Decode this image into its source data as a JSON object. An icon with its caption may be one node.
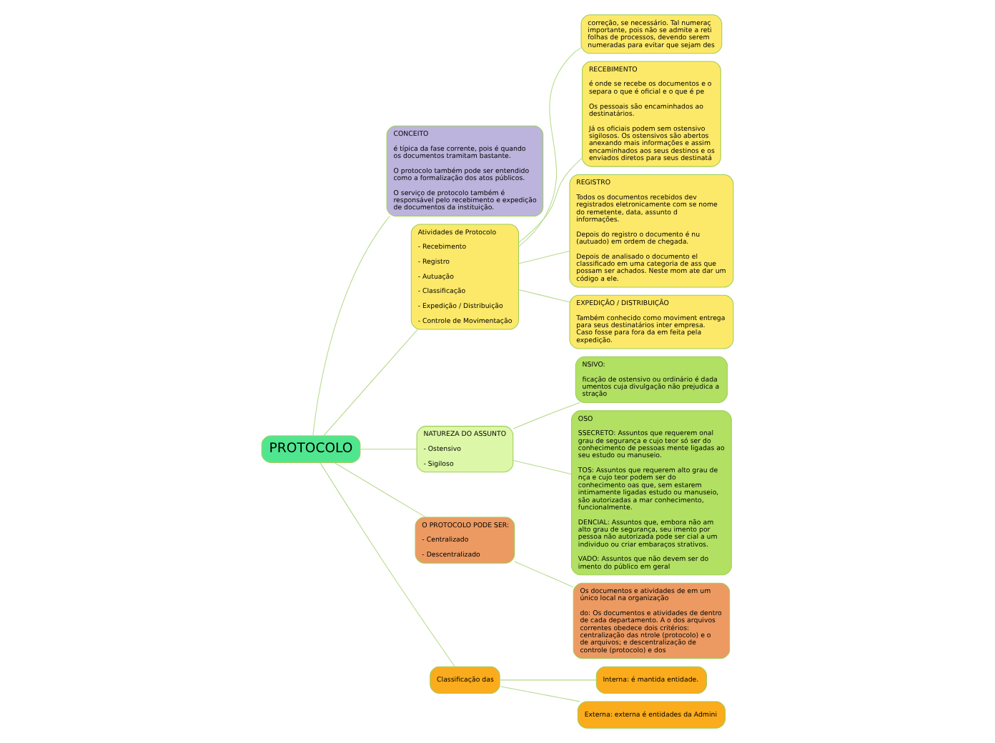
{
  "diagram": {
    "nodes": [
      {
        "text": [
          "PROTOCOLO"
        ]
      },
      {
        "text": [
          "CONCEITO",
          "é típica da fase corrente, pois é quando os documentos tramitam bastante.",
          "O protocolo também pode ser entendido como a formalização dos atos públicos.",
          "O serviço de protocolo também é responsável pelo recebimento e expedição de documentos da instituição."
        ]
      },
      {
        "text": [
          "Atividades de Protocolo",
          "- Recebimento",
          "- Registro",
          "- Autuação",
          "- Classificação",
          "- Expedição / Distribuição",
          "- Controle de Movimentação"
        ]
      },
      {
        "text": [
          "correção, se necessário. Tal numeraç importante, pois não se admite a reti folhas de processos, devendo serem numeradas para evitar que sejam des"
        ]
      },
      {
        "text": [
          "RECEBIMENTO",
          "é onde se recebe os documentos e o separa o que é oficial e o que é pe",
          "Os pessoais são encaminhados ao destinatários.",
          "Já os oficiais podem sem ostensivo sigilosos. Os ostensivos são abertos anexando mais informações e assim encaminhados aos seus destinos e os enviados diretos para seus destinatá"
        ]
      },
      {
        "text": [
          "REGISTRO",
          "Todos os documentos recebidos dev registrados eletronicamente com se nome do remetente, data, assunto d informações.",
          "Depois do registro o documento é nu (autuado) em ordem de chegada.",
          "Depois de analisado o documento el classificado em uma categoria de ass que possam ser achados. Neste mom ate dar um código a ele."
        ]
      },
      {
        "text": [
          "EXPEDIÇÃO / DISTRIBUIÇÃO",
          "Também conhecido como moviment entrega para seus destinatários inter empresa. Caso fosse para fora da em feita pela expedição."
        ]
      },
      {
        "text": [
          "NATUREZA DO ASSUNTO",
          "- Ostensivo",
          "- Sigiloso"
        ]
      },
      {
        "text": [
          "NSIVO:",
          "ficação de ostensivo ou ordinário é dada umentos cuja divulgação não prejudica a stração"
        ]
      },
      {
        "text": [
          "OSO",
          "SSECRETO: Assuntos que requerem onal grau de segurança e cujo teor só ser do conhecimento de pessoas mente ligadas ao seu estudo ou manuseio.",
          "TOS: Assuntos que requerem alto grau de nça e cujo teor podem ser do conhecimento oas que, sem estarem intimamente ligadas estudo ou manuseio, são autorizadas a mar conhecimento, funcionalmente.",
          "DENCIAL: Assuntos que, embora não am alto grau de segurança, seu imento por pessoa não autorizada pode ser cial a um individuo ou criar embaraços strativos.",
          "VADO: Assuntos que não devem ser do imento do público em geral"
        ]
      },
      {
        "text": [
          "O PROTOCOLO PODE SER:",
          "- Centralizado",
          "- Descentralizado"
        ]
      },
      {
        "text": [
          "Os documentos e atividades de em um único local na organização",
          "do: Os documentos e atividades de dentro de cada departamento. A o dos arquivos correntes obedece dois critérios: centralização das ntrole (protocolo) e o de arquivos; e descentralização de controle (protocolo) e dos"
        ]
      },
      {
        "text": [
          "Classificação das"
        ]
      },
      {
        "text": [
          "Interna: é mantida entidade."
        ]
      },
      {
        "text": [
          "Externa: externa é entidades da Admini"
        ]
      }
    ],
    "edges": [
      {
        "from": 0,
        "to": 1,
        "arrow": "none"
      },
      {
        "from": 0,
        "to": 2,
        "arrow": "none"
      },
      {
        "from": 2,
        "to": 3,
        "arrow": "none"
      },
      {
        "from": 2,
        "to": 4,
        "arrow": "none"
      },
      {
        "from": 2,
        "to": 5,
        "arrow": "none"
      },
      {
        "from": 2,
        "to": 6,
        "arrow": "none"
      },
      {
        "from": 0,
        "to": 7,
        "arrow": "none"
      },
      {
        "from": 7,
        "to": 8,
        "arrow": "none"
      },
      {
        "from": 7,
        "to": 9,
        "arrow": "none"
      },
      {
        "from": 0,
        "to": 10,
        "arrow": "none"
      },
      {
        "from": 10,
        "to": 11,
        "arrow": "none"
      },
      {
        "from": 0,
        "to": 12,
        "arrow": "none"
      },
      {
        "from": 12,
        "to": 13,
        "arrow": "none"
      },
      {
        "from": 12,
        "to": 14,
        "arrow": "none"
      }
    ]
  }
}
